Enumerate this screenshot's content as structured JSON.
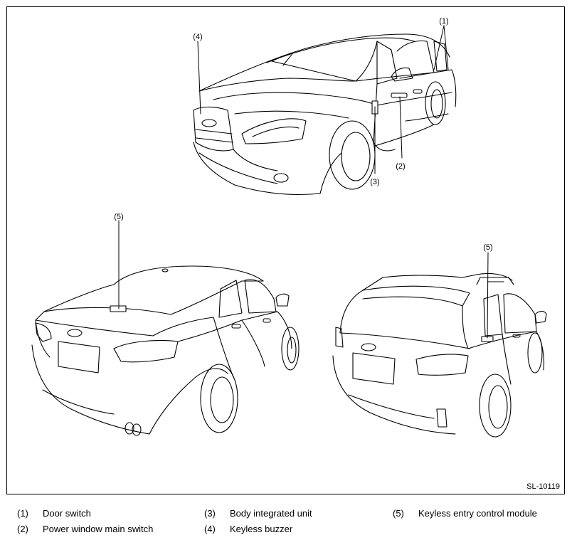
{
  "figure": {
    "code": "SL-10119",
    "callouts": {
      "c1": "(1)",
      "c2": "(2)",
      "c3": "(3)",
      "c4": "(4)",
      "c5a": "(5)",
      "c5b": "(5)"
    }
  },
  "legend": [
    {
      "num": "(1)",
      "text": "Door switch"
    },
    {
      "num": "(2)",
      "text": "Power window main switch"
    },
    {
      "num": "(3)",
      "text": "Body integrated unit"
    },
    {
      "num": "(4)",
      "text": "Keyless buzzer"
    },
    {
      "num": "(5)",
      "text": "Keyless entry control module"
    }
  ]
}
